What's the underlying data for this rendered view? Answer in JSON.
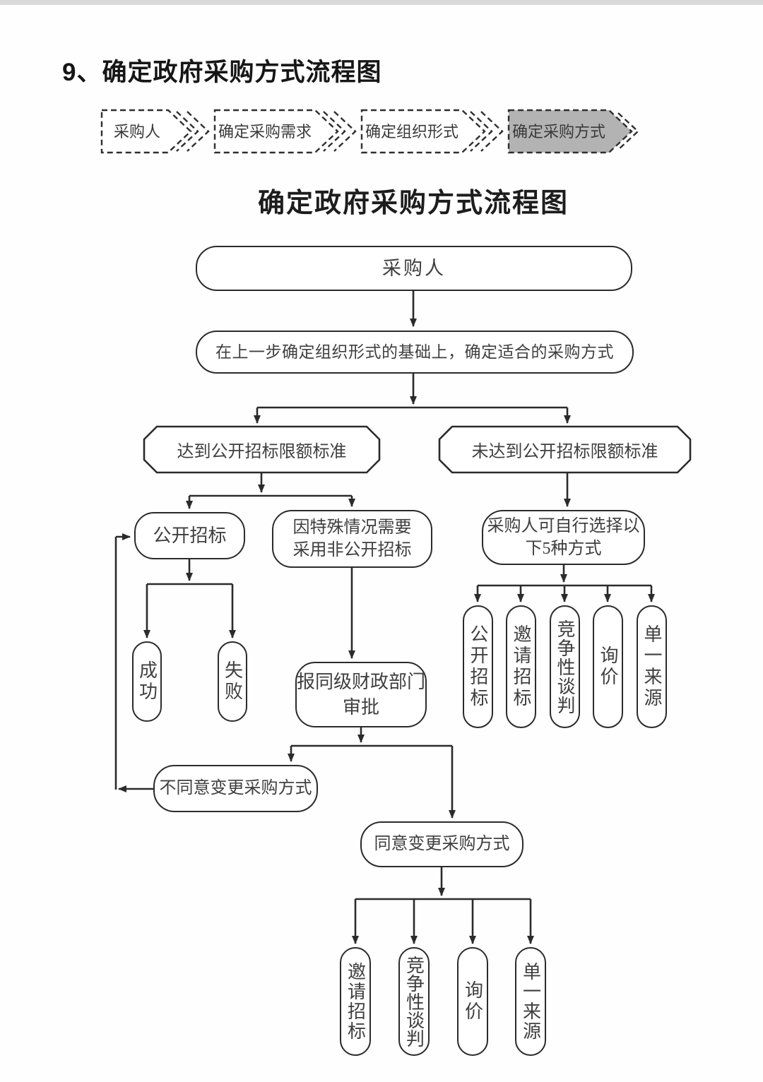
{
  "page": {
    "title": "9、确定政府采购方式流程图"
  },
  "colors": {
    "line": "#2b2b2b",
    "stage_fill": "#b3b3b3",
    "node_fill": "#ffffff",
    "background": "#fefefe",
    "text": "#3f3f3f"
  },
  "breadcrumb": {
    "stages": [
      {
        "label": "采购人",
        "filled": false
      },
      {
        "label": "确定采购需求",
        "filled": false
      },
      {
        "label": "确定组织形式",
        "filled": false
      },
      {
        "label": "确定采购方式",
        "filled": true
      }
    ]
  },
  "flowchart": {
    "title": "确定政府采购方式流程图",
    "nodes": {
      "buyer": "采购人",
      "context": "在上一步确定组织形式的基础上，确定适合的采购方式",
      "reach": "达到公开招标限额标准",
      "not_reach": "未达到公开招标限额标准",
      "open_bid": "公开招标",
      "special": [
        "因特殊情况需要",
        "采用非公开招标"
      ],
      "self_select": [
        "采购人可自行选择以",
        "下5种方式"
      ],
      "success": "成功",
      "fail": "失败",
      "approve": [
        "报同级财政部门",
        "审批"
      ],
      "disagree": "不同意变更采购方式",
      "agree": "同意变更采购方式"
    },
    "right_methods": [
      "公开招标",
      "邀请招标",
      "竞争性谈判",
      "询价",
      "单一来源"
    ],
    "bottom_methods": [
      "邀请招标",
      "竞争性谈判",
      "询价",
      "单一来源"
    ]
  }
}
